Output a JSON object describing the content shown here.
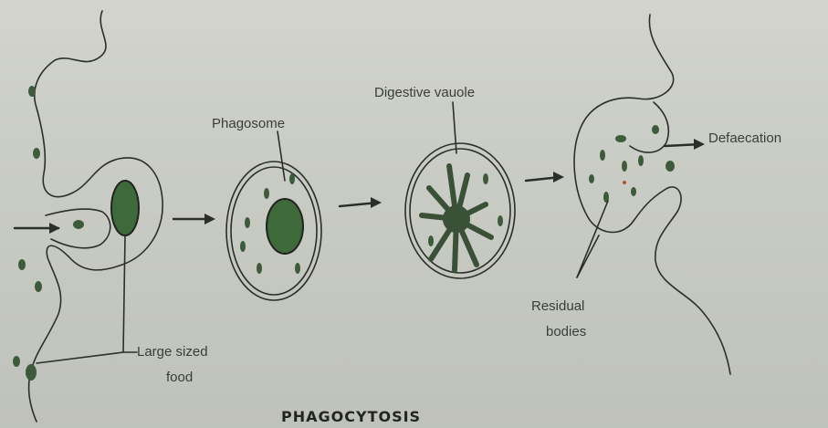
{
  "title": "PHAGOCYTOSIS",
  "labels": {
    "phagosome": "Phagosome",
    "digestive_vacuole": "Digestive vauole",
    "defaecation": "Defaecation",
    "residual_bodies_1": "Residual",
    "residual_bodies_2": "bodies",
    "large_food_1": "Large sized",
    "large_food_2": "food"
  },
  "colors": {
    "food": "#3e6a3a",
    "particles": "#3d5a3a",
    "lines": "#2b2e2b"
  }
}
